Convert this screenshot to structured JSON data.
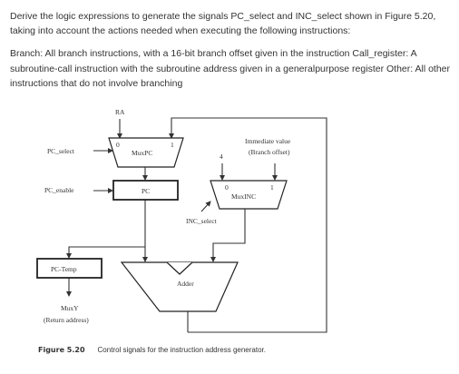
{
  "question": {
    "paragraph_1": "Derive the logic expressions to generate the signals PC_select and INC_select shown in Figure 5.20, taking into account the actions needed when executing the following instructions:",
    "paragraph_2": "Branch: All branch instructions, with a 16-bit branch offset given in the instruction Call_register: A subroutine-call instruction with the subroutine address given in a generalpurpose register Other: All other instructions that do not involve branching"
  },
  "figure": {
    "ra_label": "RA",
    "pc_select_label": "PC_select",
    "pc_enable_label": "PC_enable",
    "muxpc_label": "MuxPC",
    "muxpc_input_0": "0",
    "muxpc_input_1": "1",
    "pc_label": "PC",
    "immediate_label_line1": "Immediate value",
    "immediate_label_line2": "(Branch offset)",
    "constant_4": "4",
    "muxinc_label": "MuxINC",
    "muxinc_input_0": "0",
    "muxinc_input_1": "1",
    "inc_select_label": "INC_select",
    "pc_temp_label": "PC-Temp",
    "adder_label": "Adder",
    "muxy_label": "MuxY",
    "return_address_label": "(Return address)"
  },
  "caption": {
    "number": "Figure 5.20",
    "text": "Control signals for the instruction address generator."
  }
}
